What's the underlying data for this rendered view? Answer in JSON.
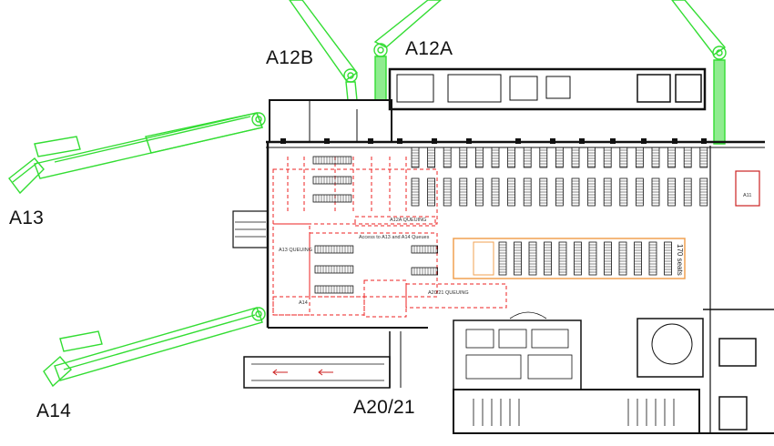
{
  "gates": {
    "a13": "A13",
    "a14": "A14",
    "a12b": "A12B",
    "a12a": "A12A",
    "a20_21": "A20/21",
    "a11": "A11"
  },
  "plan_labels": {
    "seats": "170 seats",
    "a12a_queue": "A12A QUEUING",
    "a13_queue": "A13 QUEUING",
    "a20_queue": "A20/21 QUEUING",
    "access": "Access to A13 and A14 Queues",
    "a14": "A14"
  },
  "colors": {
    "jet_bridge": "#33dd33",
    "queue_lines": "#ee2222",
    "walls": "#111111",
    "seating_zone": "#f0a050"
  }
}
